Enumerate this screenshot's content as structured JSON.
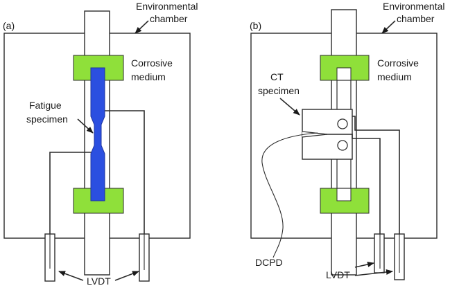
{
  "colors": {
    "grip": "#8fe03a",
    "specimen": "#2b4fe0",
    "line": "#2b2b2b",
    "background": "#ffffff"
  },
  "panel_a": {
    "label": "(a)",
    "chamber_label_line1": "Environmental",
    "chamber_label_line2": "chamber",
    "medium_label_line1": "Corrosive",
    "medium_label_line2": "medium",
    "specimen_label_line1": "Fatigue",
    "specimen_label_line2": "specimen",
    "lvdt_label": "LVDT"
  },
  "panel_b": {
    "label": "(b)",
    "chamber_label_line1": "Environmental",
    "chamber_label_line2": "chamber",
    "medium_label_line1": "Corrosive",
    "medium_label_line2": "medium",
    "specimen_label_line1": "CT",
    "specimen_label_line2": "specimen",
    "dcpd_label": "DCPD",
    "lvdt_label": "LVDT"
  }
}
